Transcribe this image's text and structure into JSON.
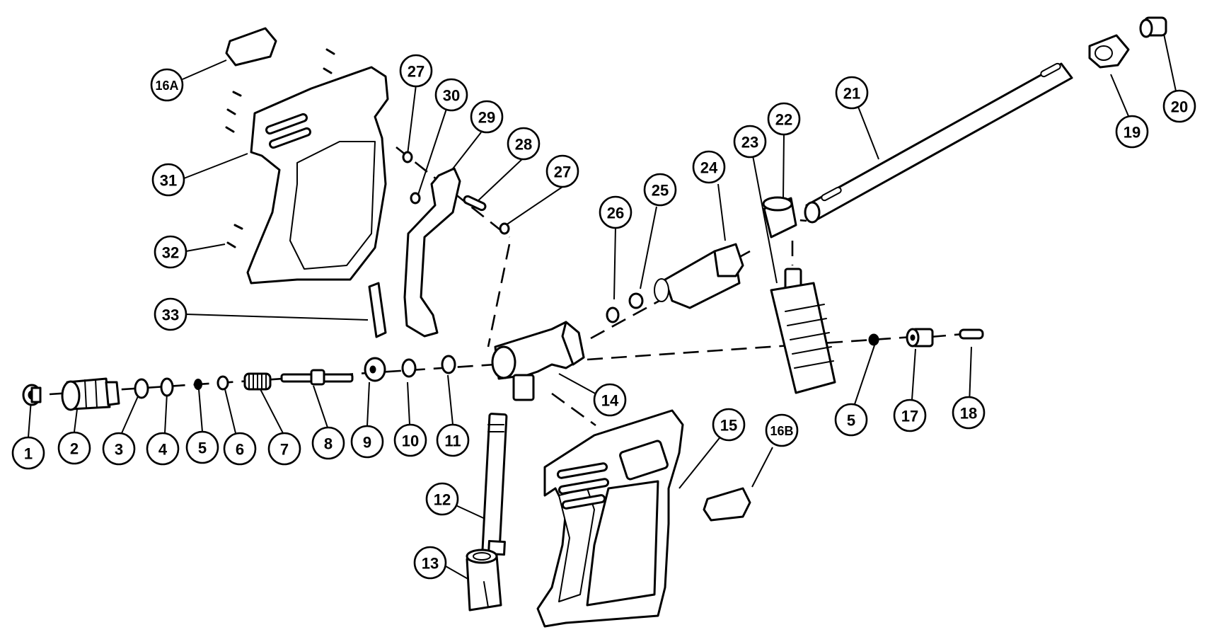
{
  "diagram": {
    "colors": {
      "line": "#000000",
      "background": "#ffffff"
    },
    "callouts": [
      {
        "id": "c1",
        "label": "1"
      },
      {
        "id": "c2",
        "label": "2"
      },
      {
        "id": "c3",
        "label": "3"
      },
      {
        "id": "c4",
        "label": "4"
      },
      {
        "id": "c5a",
        "label": "5"
      },
      {
        "id": "c6",
        "label": "6"
      },
      {
        "id": "c7",
        "label": "7"
      },
      {
        "id": "c8",
        "label": "8"
      },
      {
        "id": "c9",
        "label": "9"
      },
      {
        "id": "c10",
        "label": "10"
      },
      {
        "id": "c11",
        "label": "11"
      },
      {
        "id": "c12",
        "label": "12"
      },
      {
        "id": "c13",
        "label": "13"
      },
      {
        "id": "c14",
        "label": "14"
      },
      {
        "id": "c15",
        "label": "15"
      },
      {
        "id": "c16a",
        "label": "16A"
      },
      {
        "id": "c16b",
        "label": "16B"
      },
      {
        "id": "c5b",
        "label": "5"
      },
      {
        "id": "c17",
        "label": "17"
      },
      {
        "id": "c18",
        "label": "18"
      },
      {
        "id": "c19",
        "label": "19"
      },
      {
        "id": "c20",
        "label": "20"
      },
      {
        "id": "c21",
        "label": "21"
      },
      {
        "id": "c22",
        "label": "22"
      },
      {
        "id": "c23",
        "label": "23"
      },
      {
        "id": "c24",
        "label": "24"
      },
      {
        "id": "c25",
        "label": "25"
      },
      {
        "id": "c26",
        "label": "26"
      },
      {
        "id": "c27a",
        "label": "27"
      },
      {
        "id": "c27b",
        "label": "27"
      },
      {
        "id": "c28",
        "label": "28"
      },
      {
        "id": "c29",
        "label": "29"
      },
      {
        "id": "c30",
        "label": "30"
      },
      {
        "id": "c31",
        "label": "31"
      },
      {
        "id": "c32",
        "label": "32"
      },
      {
        "id": "c33",
        "label": "33"
      }
    ]
  }
}
